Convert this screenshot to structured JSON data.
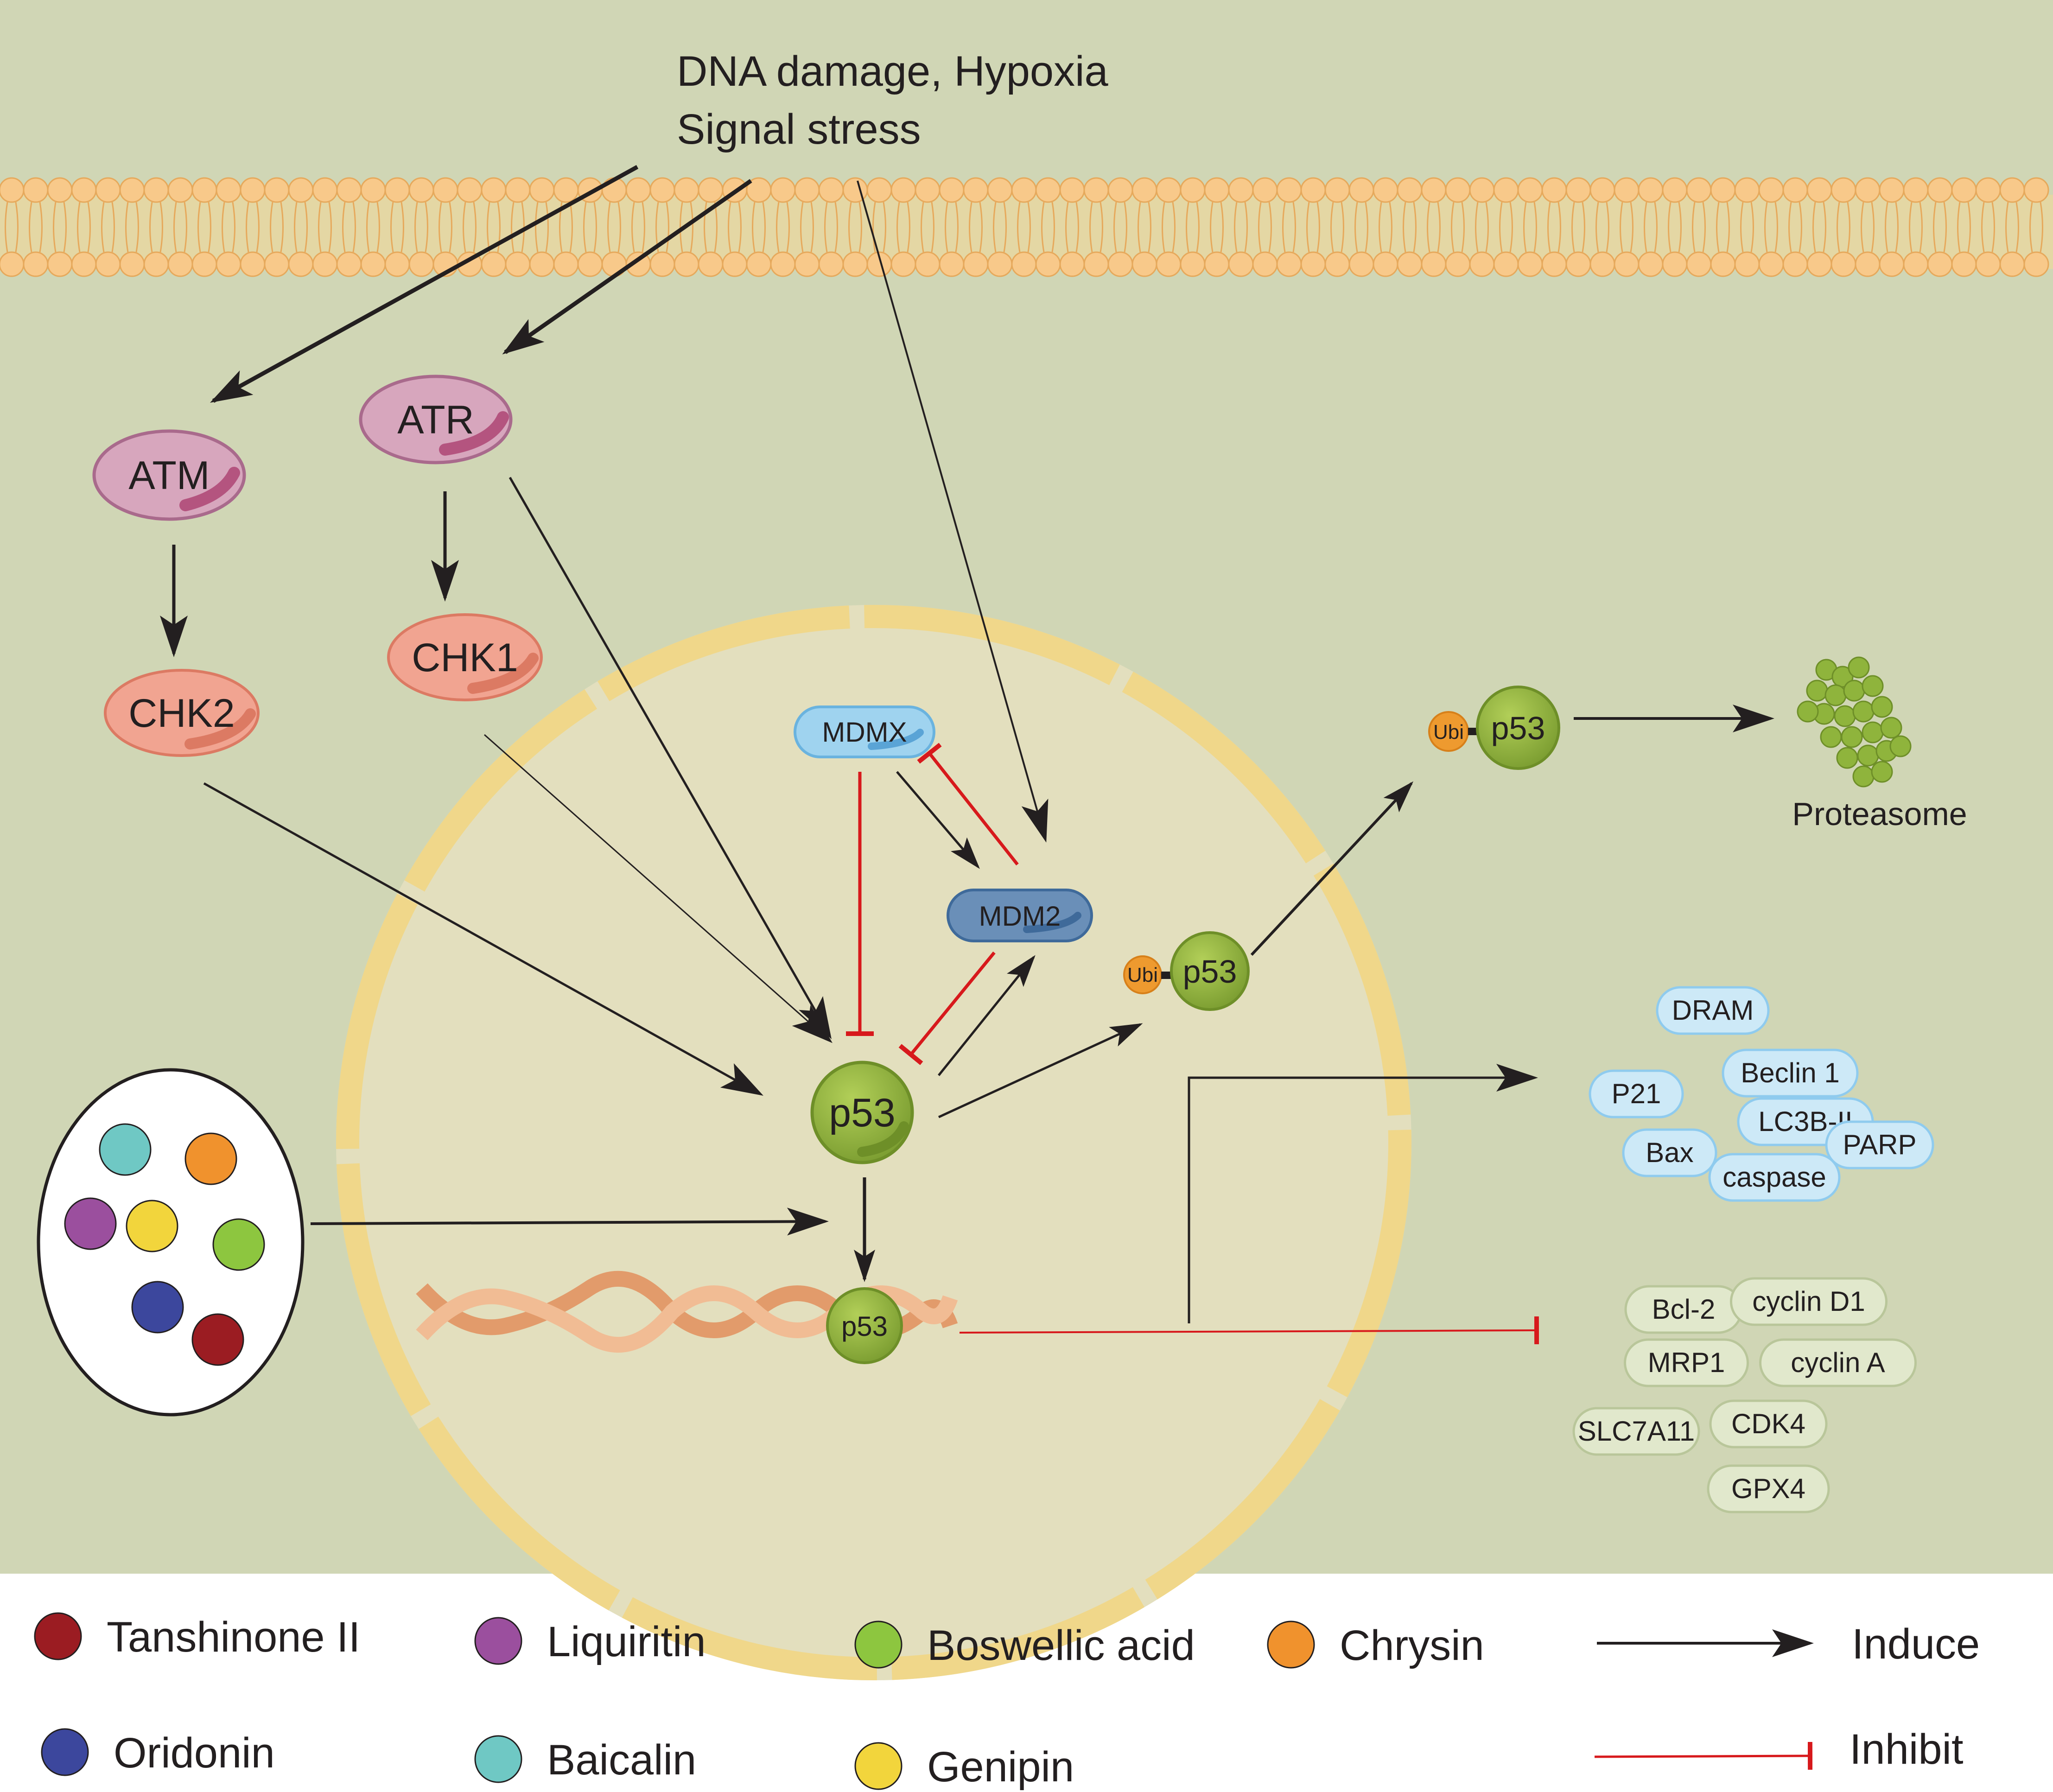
{
  "stimulus": {
    "line1": "DNA damage, Hypoxia",
    "line2": "Signal stress"
  },
  "kinases": {
    "atm": "ATM",
    "atr": "ATR",
    "chk2": "CHK2",
    "chk1": "CHK1"
  },
  "nucleus": {
    "mdmx": "MDMX",
    "mdm2": "MDM2",
    "p53": "p53",
    "p53_dna": "p53",
    "ubi": "Ubi",
    "ubi_p53": "p53"
  },
  "cytoplasm": {
    "ubi": "Ubi",
    "ubi_p53": "p53",
    "proteasome": "Proteasome"
  },
  "induced_targets": [
    "DRAM",
    "Beclin 1",
    "P21",
    "LC3B-II",
    "Bax",
    "PARP",
    "caspase"
  ],
  "inhibited_targets": [
    "Bcl-2",
    "cyclin D1",
    "MRP1",
    "cyclin A",
    "SLC7A11",
    "CDK4",
    "GPX4"
  ],
  "legend": {
    "compounds": [
      {
        "name": "Tanshinone II",
        "color": "#9b1c22"
      },
      {
        "name": "Liquiritin",
        "color": "#9b4f9e"
      },
      {
        "name": "Boswellic acid",
        "color": "#8dc63f"
      },
      {
        "name": "Chrysin",
        "color": "#f0922d"
      },
      {
        "name": "Oridonin",
        "color": "#3c479d"
      },
      {
        "name": "Baicalin",
        "color": "#6fc8c4"
      },
      {
        "name": "Genipin",
        "color": "#f2d53c"
      }
    ],
    "induce": "Induce",
    "inhibit": "Inhibit"
  },
  "colors": {
    "background": "#d0d6b5",
    "nucleus_fill": "#e3dfbe",
    "nuclear_envelope": "#f0d78a",
    "membrane_head": "#f8c98a",
    "p53": "#8fb43c",
    "mdmx": "#9fd3ef",
    "mdm2": "#6a8fb8",
    "atm_atr": "#d7a6bd",
    "chk": "#f1a491",
    "ubi": "#ee9a2f",
    "induce_arrow": "#231f20",
    "inhibit_line": "#d7191c"
  }
}
